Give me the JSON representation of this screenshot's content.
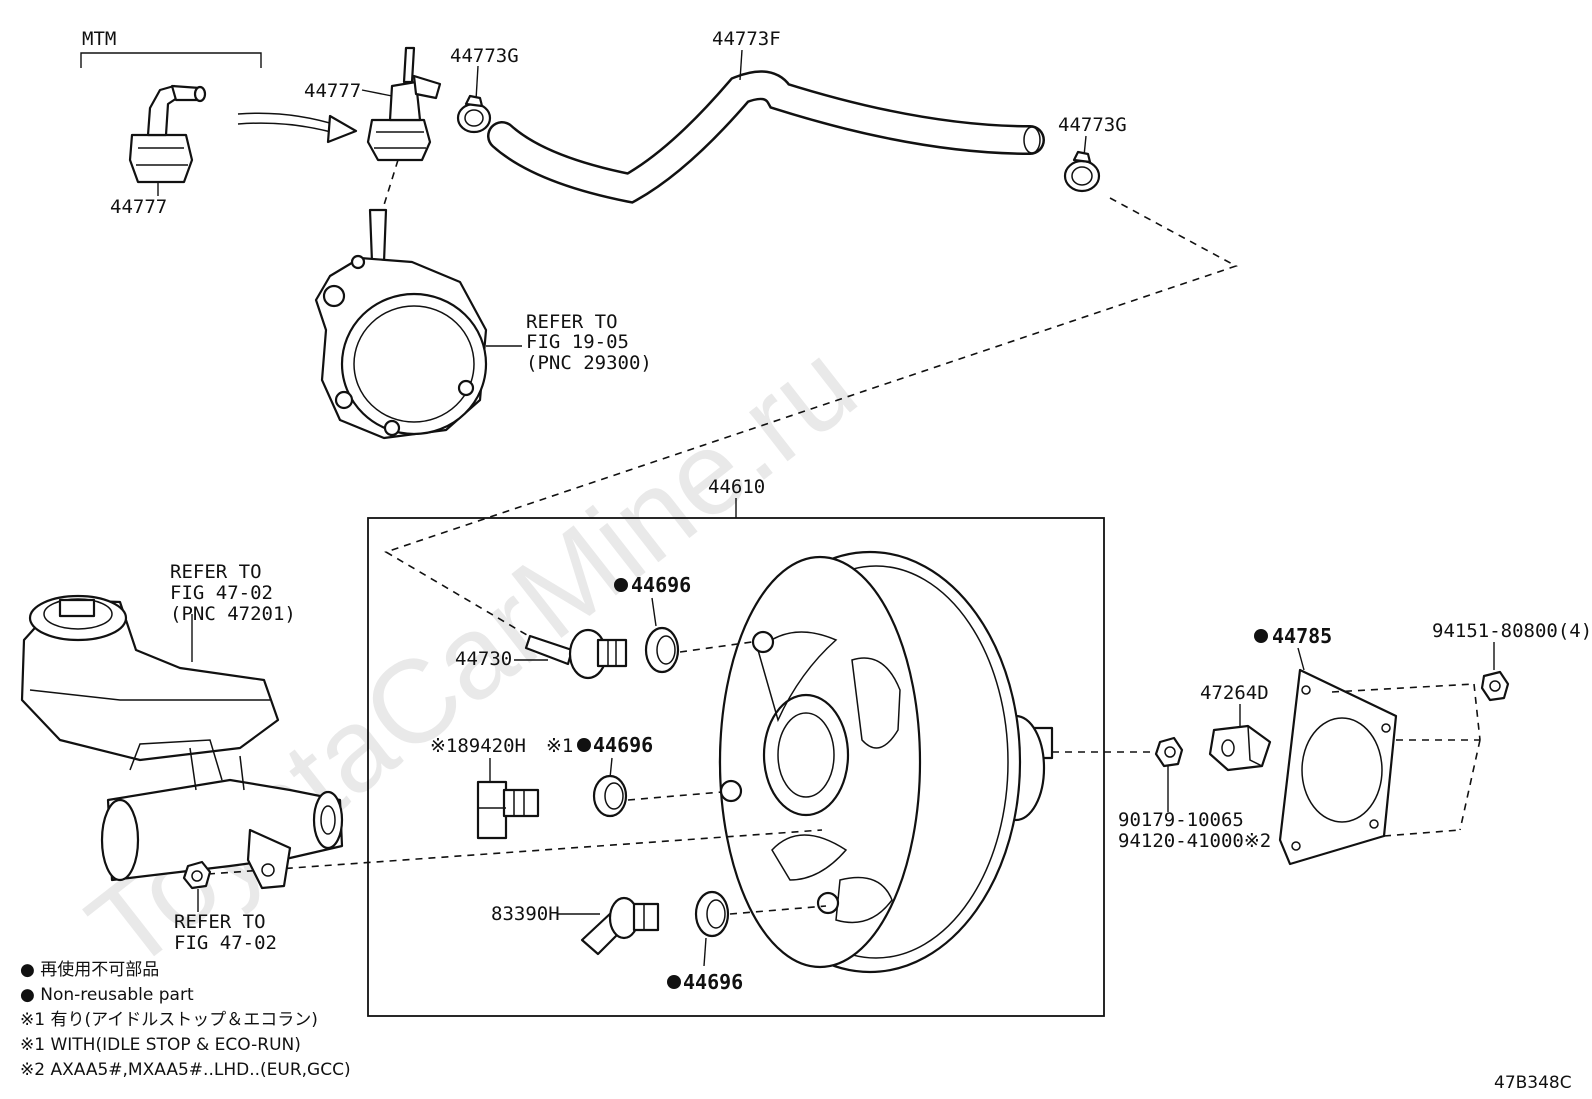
{
  "watermark": "ToyotaCarMine.ru",
  "diagram_code": "47B348C",
  "variant_label": "MTM",
  "labels": {
    "valve_mtm": "44777",
    "valve_main": "44777",
    "clamp_left": "44773G",
    "hose": "44773F",
    "clamp_right": "44773G",
    "booster": "44610",
    "check_valve": "44730",
    "grommet_top": "44696",
    "sensor_idle": "※189420H",
    "grommet_mid_prefix": "※1",
    "grommet_mid": "44696",
    "sensor_83390": "83390H",
    "grommet_bottom": "44696",
    "gasket": "44785",
    "bracket": "47264D",
    "bolt": "94151-80800(4)",
    "nut_line1": "90179-10065",
    "nut_line2": "94120-41000※2"
  },
  "refer_pump": [
    "REFER TO",
    "FIG 19-05",
    "(PNC 29300)"
  ],
  "refer_reservoir": [
    "REFER TO",
    "FIG 47-02",
    "(PNC 47201)"
  ],
  "refer_nut": [
    "REFER TO",
    "FIG 47-02"
  ],
  "legend": [
    "● 再使用不可部品",
    "● Non-reusable part",
    "※1 有り(アイドルストップ＆エコラン)",
    "※1 WITH(IDLE STOP & ECO-RUN)",
    "※2 AXAA5#,MXAA5#..LHD..(EUR,GCC)"
  ],
  "colors": {
    "line": "#111111",
    "watermark": "#e9e9e9",
    "background": "#ffffff"
  }
}
